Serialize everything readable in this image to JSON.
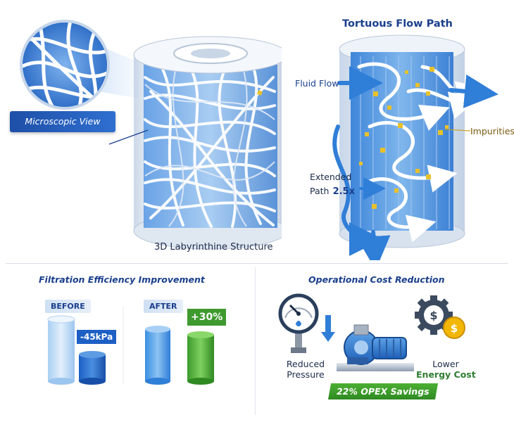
{
  "top_left": {
    "microscopic_label": "Microscopic View",
    "structure_label": "3D Labyrinthine Structure"
  },
  "top_right": {
    "title": "Tortuous Flow Path",
    "fluid_flow_label": "Fluid Flow",
    "impurities_label": "Impurities",
    "extended_label": "Extended",
    "path_label": "Path",
    "path_value": "2.5x"
  },
  "bottom_left": {
    "title": "Filtration Efficiency Improvement",
    "before_label": "BEFORE",
    "after_label": "AFTER",
    "before_badge": "-45kPa",
    "after_badge": "+30%"
  },
  "bottom_right": {
    "title": "Operational Cost Reduction",
    "reduced_line1": "Reduced",
    "reduced_line2": "Pressure",
    "opex_badge": "22% OPEX Savings",
    "lower_line1": "Lower",
    "lower_line2": "Energy Cost",
    "gauge_icon_text": "↓"
  },
  "colors": {
    "title_blue": "#1a3f8c",
    "fiber_blue": "#3a7fd6",
    "impurity_yellow": "#e8c12a",
    "green": "#3e9a2e"
  }
}
